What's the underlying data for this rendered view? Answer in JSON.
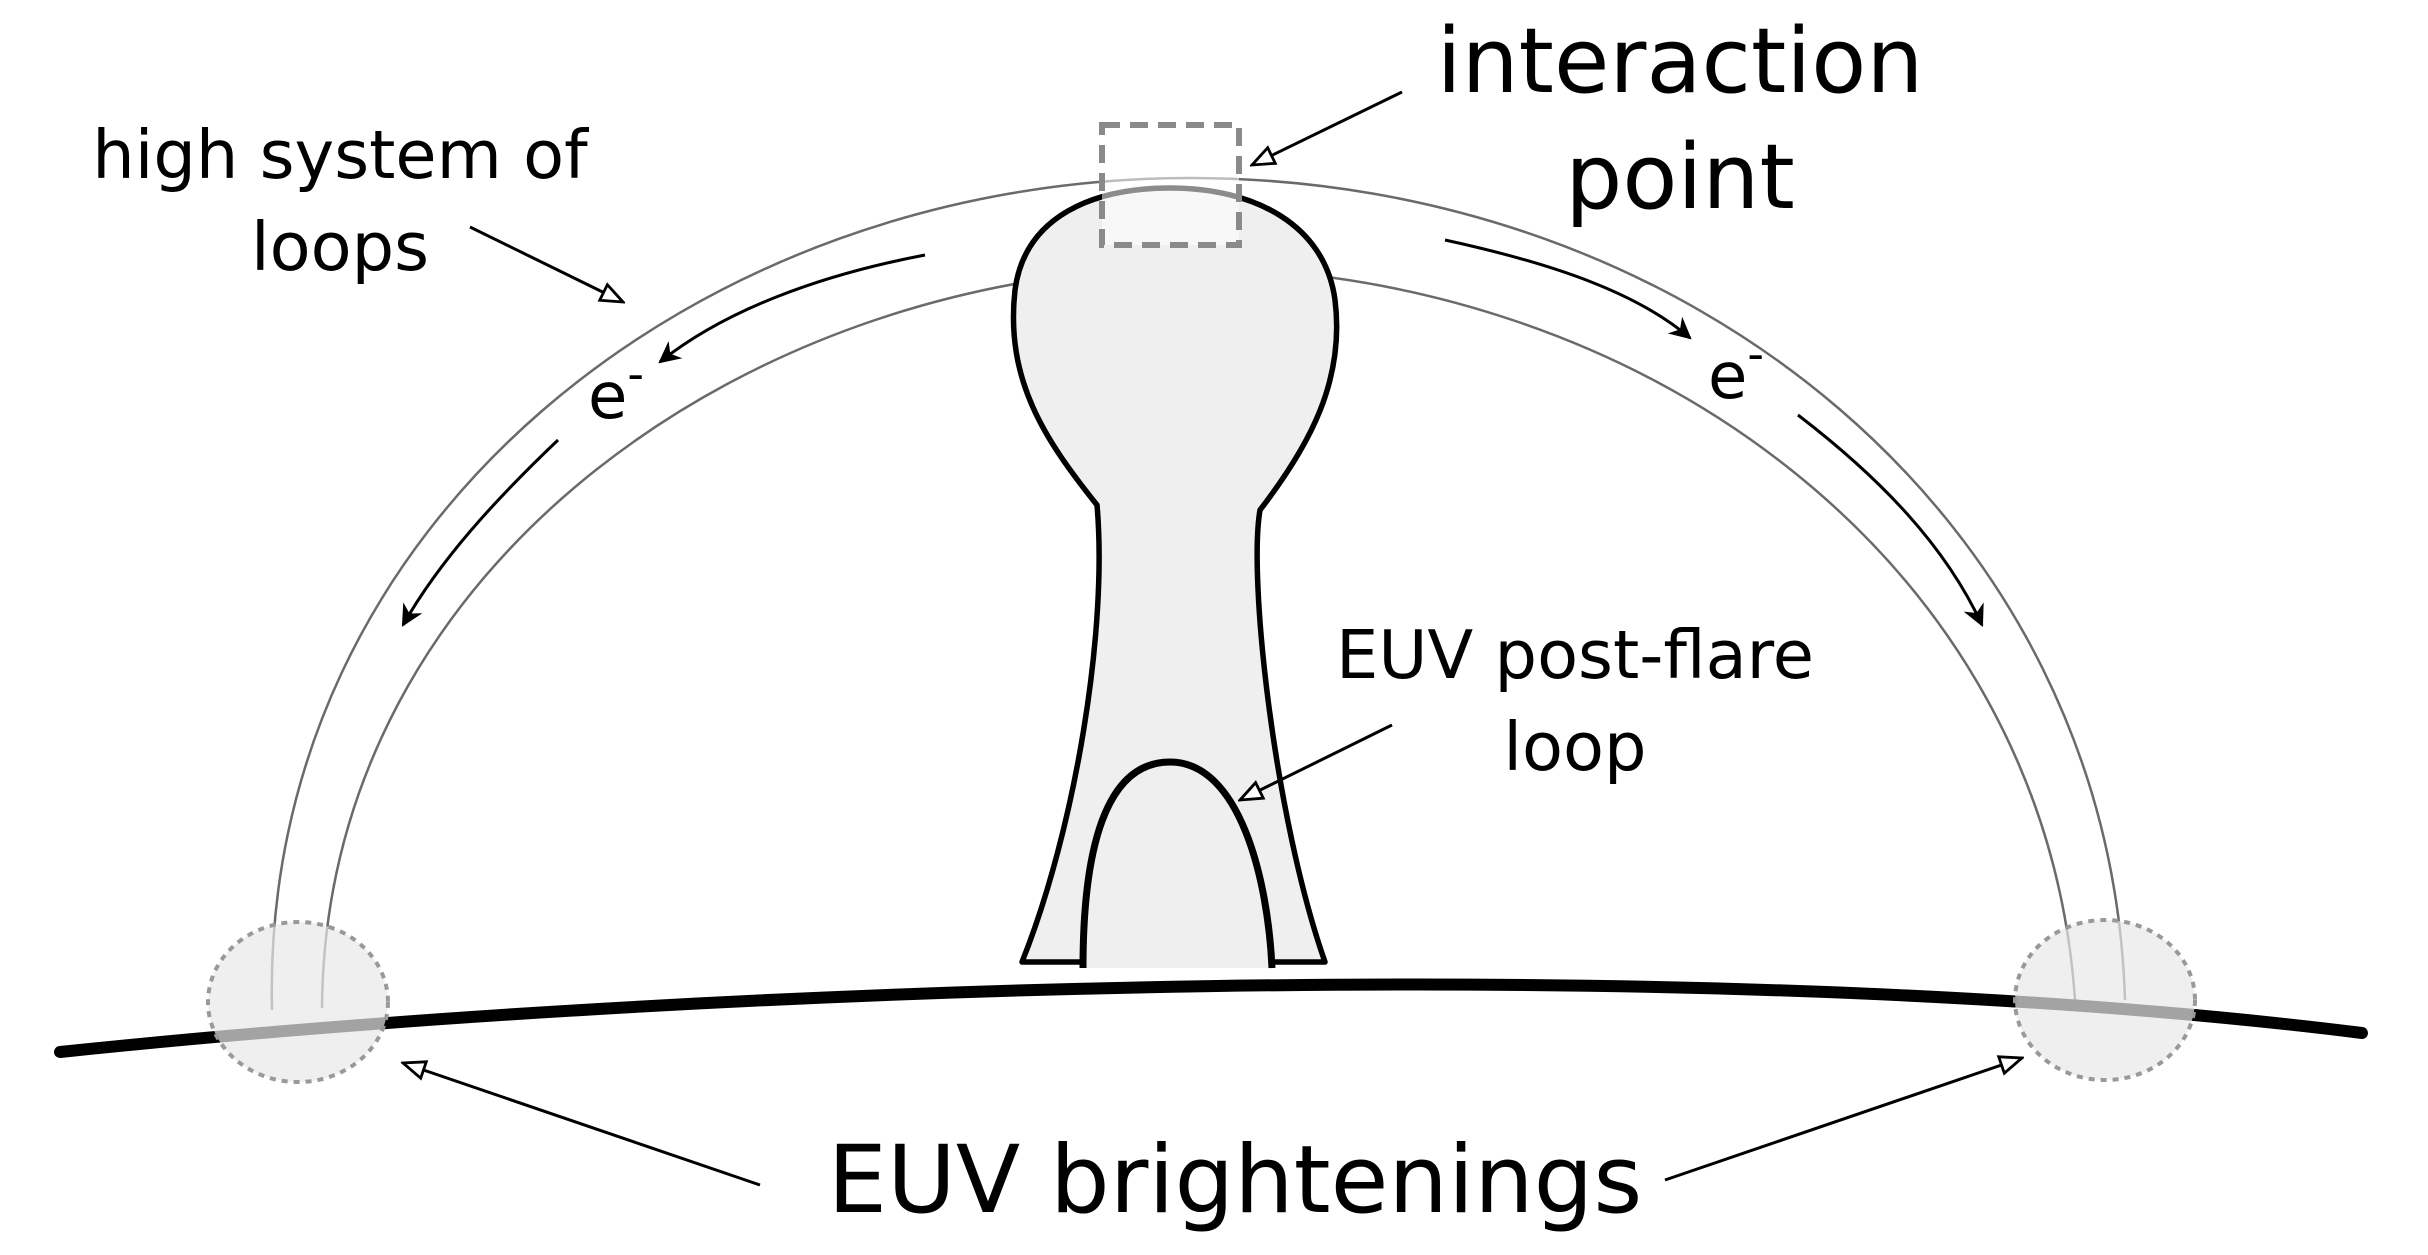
{
  "labels": {
    "interaction_point_line1": "interaction",
    "interaction_point_line2": "point",
    "high_loops_line1": "high system of",
    "high_loops_line2": "loops",
    "electron_left": "e",
    "electron_left_sup": "-",
    "electron_right": "e",
    "electron_right_sup": "-",
    "post_flare_line1": "EUV post-flare",
    "post_flare_line2": "loop",
    "brightenings": "EUV brightenings"
  },
  "colors": {
    "loop_stroke": "#6a6a6a",
    "eruption_fill": "#efefef",
    "outline": "#000000",
    "dashed_box": "#8a8a8a",
    "brightening_fill": "#e8e8e8",
    "brightening_stroke": "#999999"
  }
}
